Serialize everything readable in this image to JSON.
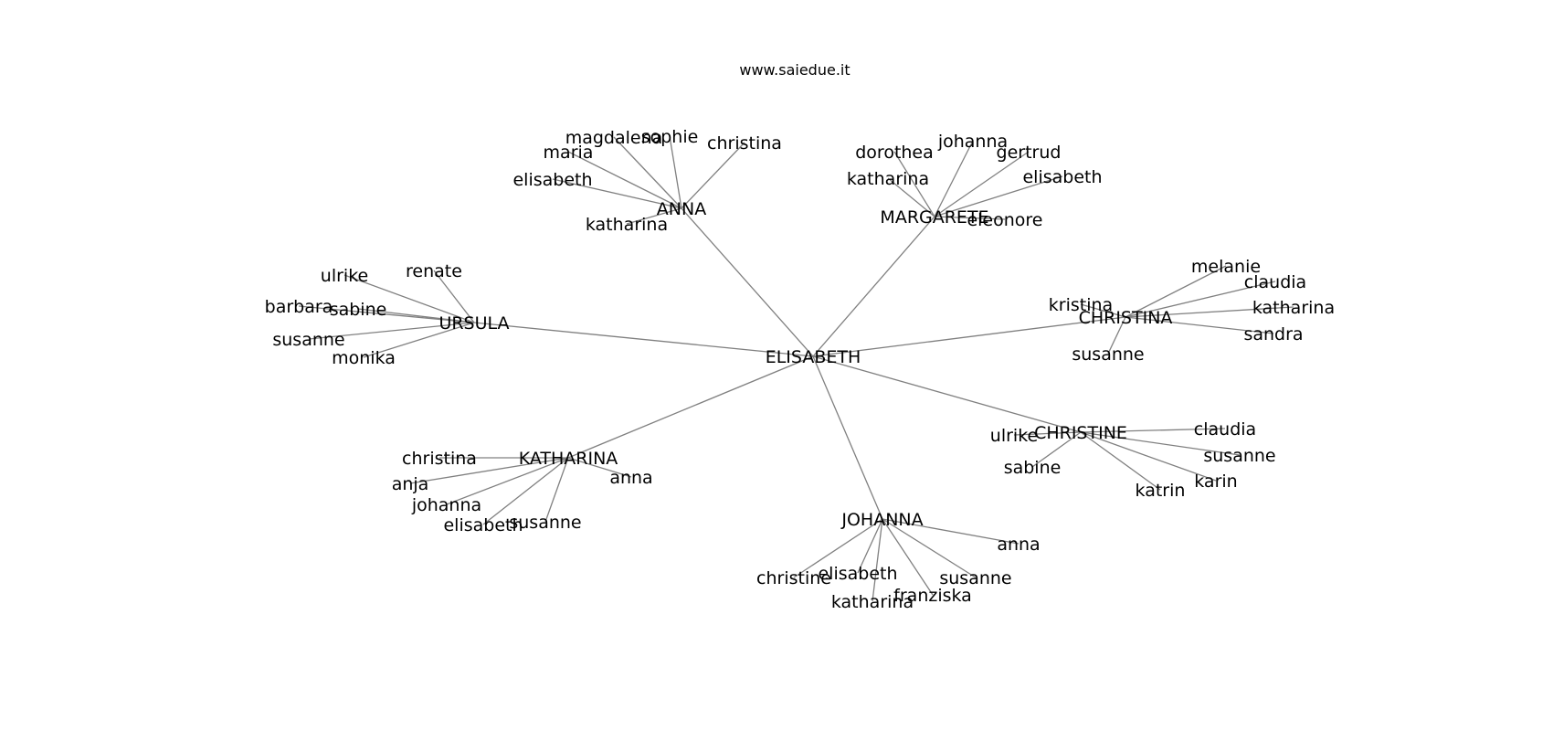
{
  "site": "www.saiedue.it",
  "center": "ELISABETH",
  "groups": [
    {
      "id": "anna",
      "name": "ANNA",
      "leaves": [
        "magdalena",
        "sophie",
        "christina",
        "maria",
        "elisabeth",
        "katharina"
      ]
    },
    {
      "id": "margarete",
      "name": "MARGARETE",
      "leaves": [
        "dorothea",
        "johanna",
        "gertrud",
        "katharina",
        "elisabeth",
        "eleonore"
      ]
    },
    {
      "id": "ursula",
      "name": "URSULA",
      "leaves": [
        "renate",
        "ulrike",
        "barbara",
        "sabine",
        "susanne",
        "monika"
      ]
    },
    {
      "id": "christina",
      "name": "CHRISTINA",
      "leaves": [
        "melanie",
        "claudia",
        "kristina",
        "katharina",
        "sandra",
        "susanne"
      ]
    },
    {
      "id": "christine",
      "name": "CHRISTINE",
      "leaves": [
        "claudia",
        "ulrike",
        "susanne",
        "sabine",
        "karin",
        "katrin"
      ]
    },
    {
      "id": "katharina",
      "name": "KATHARINA",
      "leaves": [
        "christina",
        "anna",
        "anja",
        "johanna",
        "elisabeth",
        "susanne"
      ]
    },
    {
      "id": "johanna",
      "name": "JOHANNA",
      "leaves": [
        "anna",
        "christine",
        "elisabeth",
        "susanne",
        "franziska",
        "katharina"
      ]
    }
  ]
}
